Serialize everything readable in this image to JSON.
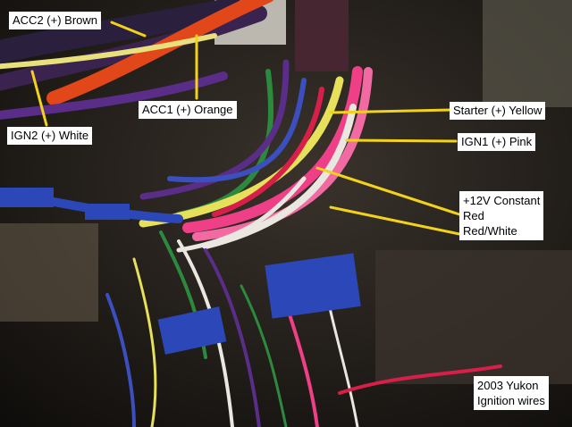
{
  "labels": {
    "acc2": "ACC2 (+) Brown",
    "acc1": "ACC1 (+) Orange",
    "ign2": "IGN2 (+) White",
    "starter": "Starter (+) Yellow",
    "ign1": "IGN1 (+) Pink",
    "constant": [
      "+12V Constant",
      "Red",
      "Red/White"
    ]
  },
  "caption": [
    "2003 Yukon",
    "Ignition wires"
  ],
  "colors": {
    "callout_line": "#f3d21b",
    "label_bg": "#ffffff",
    "wire_pink": "#ef3f86",
    "wire_yellow": "#e6e05a",
    "wire_orange": "#e2471a",
    "wire_white": "#eae6e0",
    "wire_blue": "#2b47b8",
    "wire_purple": "#5a2d88",
    "wire_green": "#2c8a3e"
  }
}
